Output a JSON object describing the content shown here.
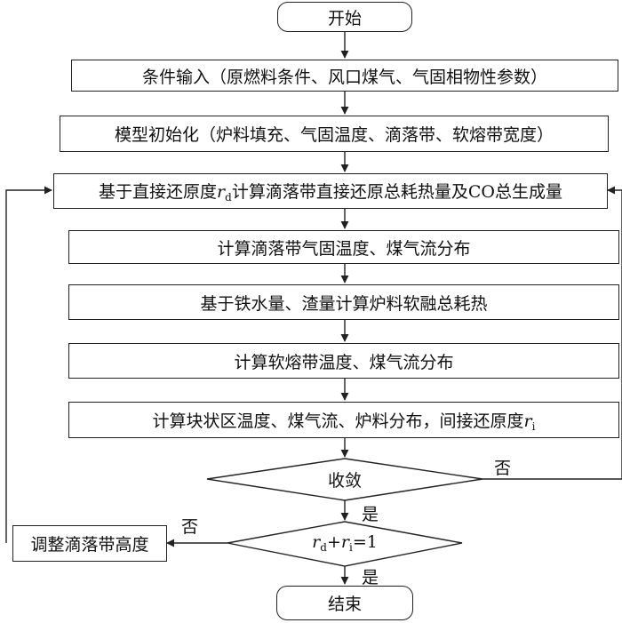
{
  "nodes": {
    "start": "开始",
    "input": "条件输入（原燃料条件、风口煤气、气固相物性参数）",
    "init": "模型初始化（炉料填充、气固温度、滴落带、软熔带宽度）",
    "step1": {
      "prefix": "基于直接还原度",
      "var": "r",
      "sub": "d",
      "suffix": "计算滴落带直接还原总耗热量及CO总生成量"
    },
    "step2": "计算滴落带气固温度、煤气流分布",
    "step3": "基于铁水量、渣量计算炉料软融总耗热",
    "step4": "计算软熔带温度、煤气流分布",
    "step5": {
      "prefix": "计算块状区温度、煤气流、炉料分布，间接还原度",
      "var": "r",
      "sub": "i"
    },
    "converge": "收敛",
    "check": {
      "var1": "r",
      "sub1": "d",
      "plus": "+",
      "var2": "r",
      "sub2": "i",
      "rhs": "=1"
    },
    "adjust": "调整滴落带高度",
    "end": "结束"
  },
  "edge_labels": {
    "converge_no": "否",
    "converge_yes": "是",
    "check_no": "否",
    "check_yes": "是"
  }
}
